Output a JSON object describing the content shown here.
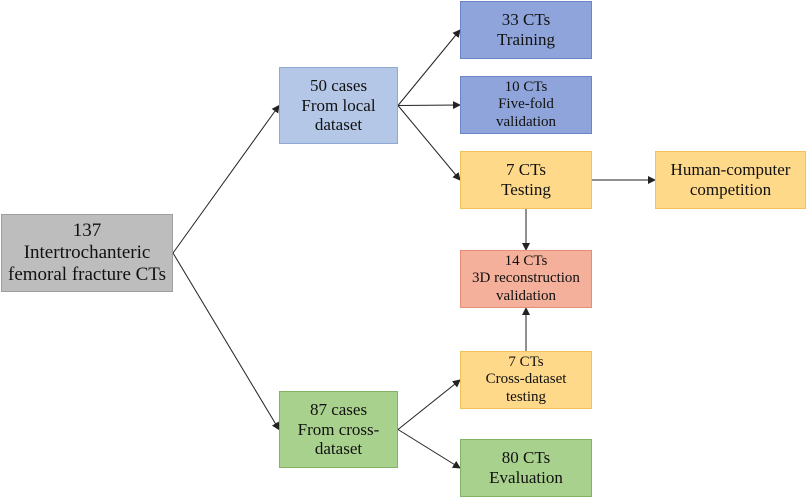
{
  "colors": {
    "grey": "#bdbdbd",
    "light_blue": "#b4c7e7",
    "dark_blue": "#8ea4da",
    "yellow": "#ffd98a",
    "orange": "#f4b09a",
    "green": "#a9d18e",
    "arrow": "#222222"
  },
  "nodes": {
    "root": {
      "lines": [
        "137",
        "Intertrochanteric",
        "femoral fracture CTs"
      ]
    },
    "local": {
      "lines": [
        "50 cases",
        "From local",
        "dataset"
      ]
    },
    "cross": {
      "lines": [
        "87 cases",
        "From cross-",
        "dataset"
      ]
    },
    "training": {
      "lines": [
        "33 CTs",
        "Training"
      ]
    },
    "validation": {
      "lines": [
        "10 CTs",
        "Five-fold",
        "validation"
      ]
    },
    "testing": {
      "lines": [
        "7 CTs",
        "Testing"
      ]
    },
    "competition": {
      "lines": [
        "Human-computer",
        "competition"
      ]
    },
    "recon": {
      "lines": [
        "14 CTs",
        "3D reconstruction",
        "validation"
      ]
    },
    "cross_testing": {
      "lines": [
        "7 CTs",
        "Cross-dataset",
        "testing"
      ]
    },
    "evaluation": {
      "lines": [
        "80 CTs",
        "Evaluation"
      ]
    }
  },
  "edges": [
    [
      "root",
      "local"
    ],
    [
      "root",
      "cross"
    ],
    [
      "local",
      "training"
    ],
    [
      "local",
      "validation"
    ],
    [
      "local",
      "testing"
    ],
    [
      "testing",
      "competition"
    ],
    [
      "testing",
      "recon"
    ],
    [
      "cross_testing",
      "recon"
    ],
    [
      "cross",
      "cross_testing"
    ],
    [
      "cross",
      "evaluation"
    ]
  ]
}
